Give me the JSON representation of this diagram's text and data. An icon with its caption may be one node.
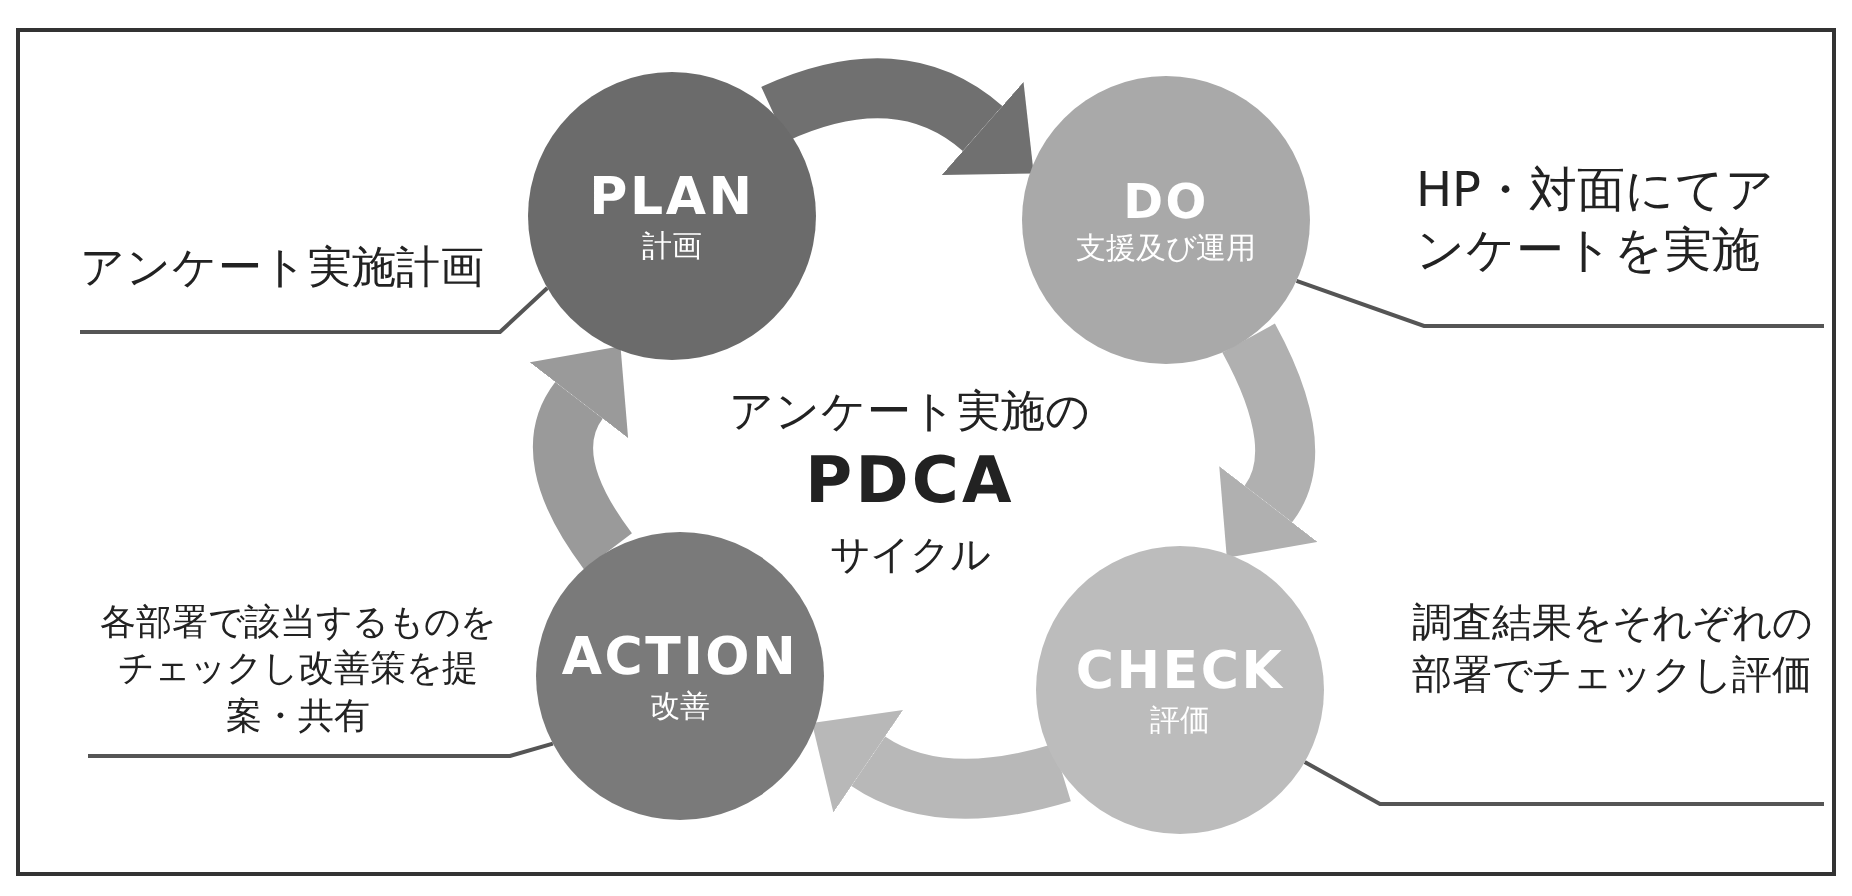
{
  "diagram": {
    "nodes": [
      {
        "text": [
          "PLAN",
          "計画"
        ]
      },
      {
        "text": [
          "DO",
          "支援及び運用"
        ]
      },
      {
        "text": [
          "CHECK",
          "評価"
        ]
      },
      {
        "text": [
          "ACTION",
          "改善"
        ]
      },
      {
        "text": [
          "アンケート実施計画"
        ]
      },
      {
        "text": [
          "HP・対面にてアンケートを実施"
        ]
      },
      {
        "text": [
          "各部署で該当するものをチェックし改善策を提案・共有"
        ]
      },
      {
        "text": [
          "調査結果をそれぞれの部署でチェックし評価"
        ]
      }
    ],
    "edges": [
      {
        "from": 0,
        "to": 1,
        "arrow": "to",
        "style": "thick",
        "color": "#707070"
      },
      {
        "from": 1,
        "to": 2,
        "arrow": "to",
        "style": "thick",
        "color": "#b0b0b0"
      },
      {
        "from": 2,
        "to": 3,
        "arrow": "to",
        "style": "thick",
        "color": "#b8b8b8"
      },
      {
        "from": 3,
        "to": 0,
        "arrow": "to",
        "style": "thick",
        "color": "#9a9a9a"
      },
      {
        "from": 4,
        "to": 0,
        "arrow": "none"
      },
      {
        "from": 5,
        "to": 1,
        "arrow": "none"
      },
      {
        "from": 6,
        "to": 3,
        "arrow": "none"
      },
      {
        "from": 7,
        "to": 2,
        "arrow": "none"
      }
    ],
    "labels": [
      "アンケート実施の",
      "PDCA",
      "サイクル"
    ]
  }
}
